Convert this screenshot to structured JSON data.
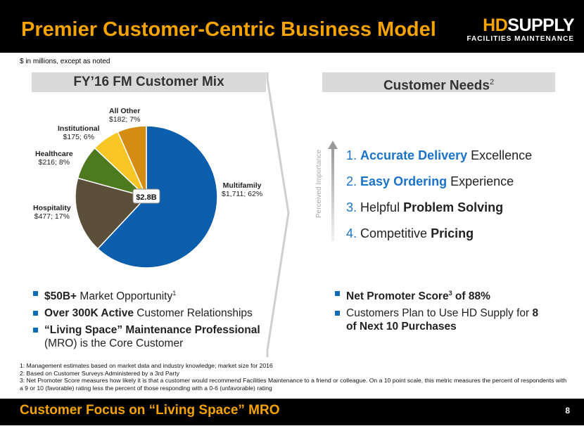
{
  "header": {
    "title": "Premier Customer-Centric Business Model",
    "logo_hd": "HD",
    "logo_supply": "SUPPLY",
    "logo_sub": "FACILITIES MAINTENANCE"
  },
  "note": "$ in millions, except as noted",
  "left_panel": {
    "heading": "FY’16 FM Customer Mix",
    "center_label": "$2.8B",
    "bullets": [
      {
        "bold": "$50B+",
        "rest": " Market Opportunity",
        "sup": "1"
      },
      {
        "bold": "Over 300K Active",
        "rest": " Customer Relationships",
        "sup": ""
      },
      {
        "bold": "“Living Space” Maintenance Professional",
        "rest": " (MRO) is the Core Customer",
        "sup": ""
      }
    ]
  },
  "chart_data": {
    "type": "pie",
    "total_label": "$2.8B",
    "slices": [
      {
        "name": "Multifamily",
        "label": "$1,711; 62%",
        "value": 1711,
        "percent": 62,
        "color": "#0a5eab"
      },
      {
        "name": "Hospitality",
        "label": "$477; 17%",
        "value": 477,
        "percent": 17,
        "color": "#5b4f3a"
      },
      {
        "name": "Healthcare",
        "label": "$216; 8%",
        "value": 216,
        "percent": 8,
        "color": "#4d7a1e"
      },
      {
        "name": "Institutional",
        "label": "$175; 6%",
        "value": 175,
        "percent": 6,
        "color": "#f7c624"
      },
      {
        "name": "All Other",
        "label": "$182; 7%",
        "value": 182,
        "percent": 7,
        "color": "#d48c12"
      }
    ]
  },
  "right_panel": {
    "heading": "Customer Needs",
    "heading_sup": "2",
    "axis_label": "Perceived Importance",
    "needs": [
      {
        "num": "1.",
        "a": "Accurate Delivery",
        "b": " Excellence"
      },
      {
        "num": "2.",
        "a": "Easy Ordering",
        "b": " Experience"
      },
      {
        "num": "3.",
        "a": "Helpful ",
        "b": "Problem Solving"
      },
      {
        "num": "4.",
        "a": "Competitive ",
        "b": "Pricing"
      }
    ],
    "bullets": [
      {
        "text1": "Net Promoter Score",
        "sup": "3",
        "text2": " of 88%"
      },
      {
        "text1": "Customers Plan to Use HD Supply for ",
        "bold": "8 of Next 10 Purchases"
      }
    ]
  },
  "footnotes": [
    "1: Management estimates based on market data and industry knowledge; market size for 2016",
    "2: Based on Customer Surveys Administered by a 3rd Party",
    "3: Net Promoter Score measures how likely it is that a customer would recommend Facilities Maintenance to a friend or colleague.  On a 10 point scale, this metric measures the percent of respondents with a 9 or 10 (favorable) rating less the percent of those responding with a 0-6 (unfavorable) rating"
  ],
  "footer": {
    "text": "Customer Focus on “Living Space” MRO",
    "page": "8"
  }
}
